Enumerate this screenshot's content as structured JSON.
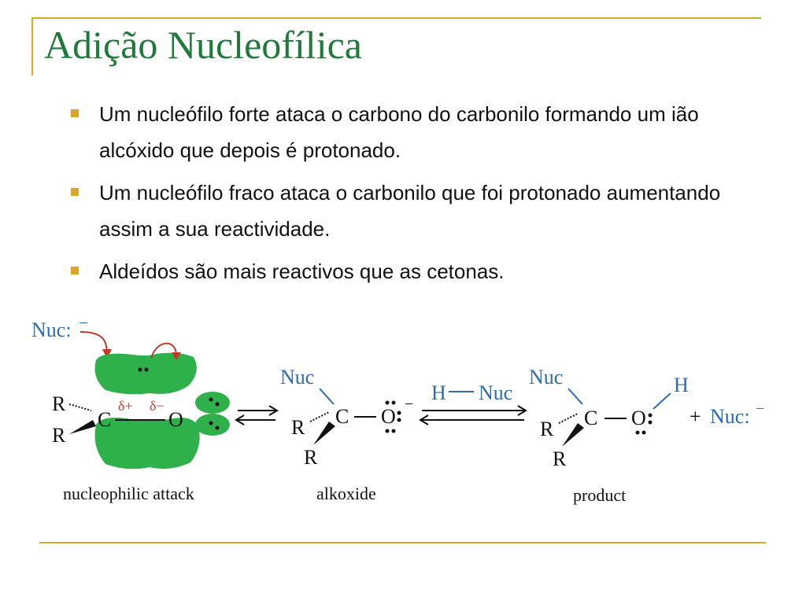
{
  "slide": {
    "title": "Adição Nucleofílica",
    "bullets": [
      "Um nucleófilo forte ataca o carbono do carbonilo formando um ião alcóxido que depois é protonado.",
      "Um nucleófilo fraco ataca o carbonilo que foi protonado aumentando assim a sua reactividade.",
      "Aldeídos são mais reactivos que as cetonas."
    ]
  },
  "diagram": {
    "nuc_reagent": "Nuc:",
    "nuc_charge": "−",
    "r": "R",
    "c": "C",
    "o": "O",
    "o_charge": "−",
    "delta_plus": "δ+",
    "delta_minus": "δ−",
    "nuc": "Nuc",
    "h": "H",
    "reagent_h": "H",
    "reagent_nuc": "Nuc",
    "plus": "+",
    "caption_attack": "nucleophilic attack",
    "caption_alkoxide": "alkoxide",
    "caption_product": "product",
    "colors": {
      "accent": "#d9a62a",
      "title": "#1f7a3a",
      "blue": "#2b6cb0",
      "red": "#c0392b",
      "orbital": "#2eb04a"
    }
  }
}
